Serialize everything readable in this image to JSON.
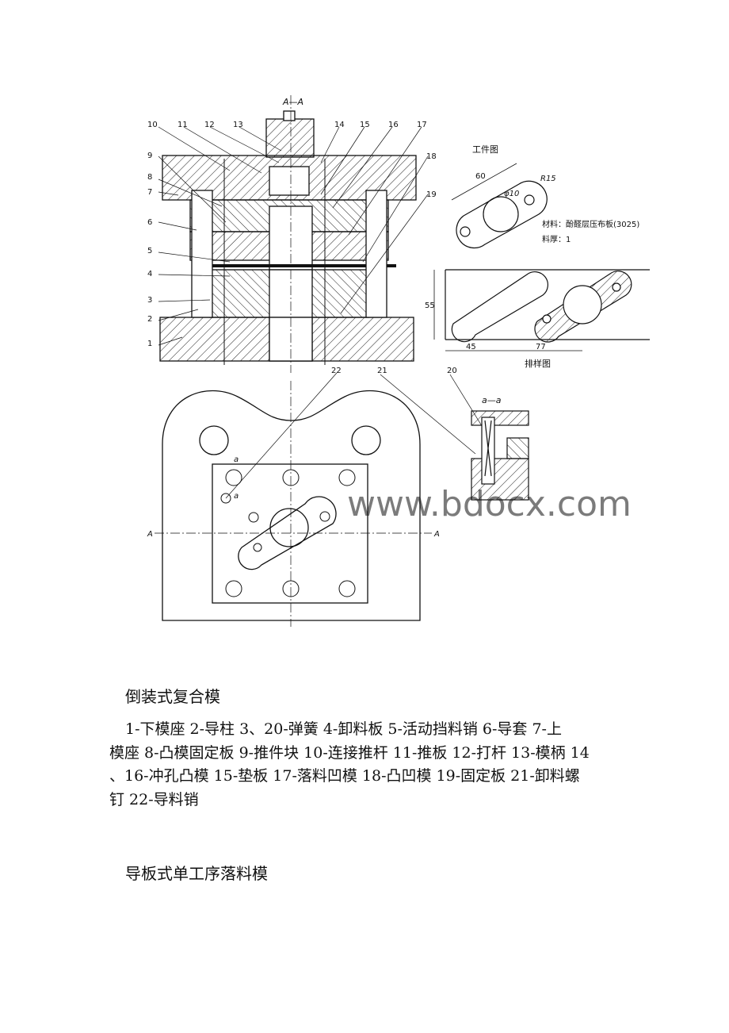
{
  "figure": {
    "section_label": "A—A",
    "section_small": "a—a",
    "cut_a": "A",
    "cut_a_small": "a",
    "part_numbers": [
      "1",
      "2",
      "3",
      "4",
      "5",
      "6",
      "7",
      "8",
      "9",
      "10",
      "11",
      "12",
      "13",
      "14",
      "15",
      "16",
      "17",
      "18",
      "19",
      "20",
      "21",
      "22"
    ],
    "workpiece": {
      "title": "工件图",
      "dim_len": "60",
      "dim_r": "R15",
      "dim_phi": "φ10",
      "material": "材料：酚醛层压布板(3025)",
      "thickness": "料厚：1"
    },
    "strip": {
      "dim_h": "55",
      "dim_a": "45",
      "dim_b": "77",
      "title": "排样图"
    },
    "watermark": "www.bdocx.com"
  },
  "text": {
    "heading1": "倒装式复合模",
    "legend_line1": "1-下模座 2-导柱 3、20-弹簧 4-卸料板 5-活动挡料销  6-导套 7-上",
    "legend_line2": "模座 8-凸模固定板 9-推件块 10-连接推杆 11-推板 12-打杆  13-模柄 14",
    "legend_line3": "、16-冲孔凸模 15-垫板 17-落料凹模 18-凸凹模 19-固定板 21-卸料螺",
    "legend_line4": "钉 22-导料销",
    "heading2": "导板式单工序落料模"
  }
}
